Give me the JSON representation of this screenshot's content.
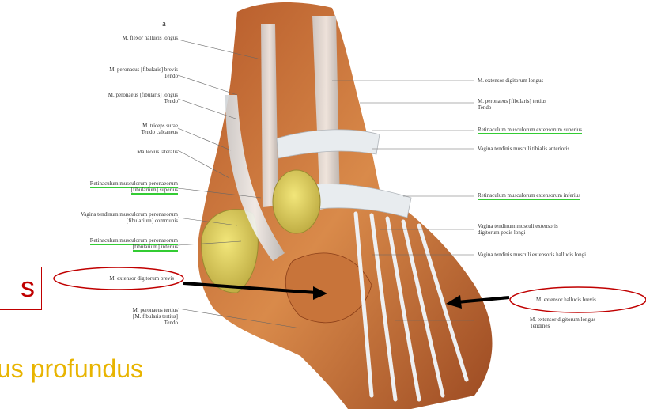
{
  "figure": {
    "panel_letter": "a",
    "left_labels": [
      {
        "id": "flexor-hallucis-longus",
        "text": "M. flexor hallucis longus",
        "underlined": false
      },
      {
        "id": "peroneus-brevis",
        "text": "M. peronaeus [fibularis] brevis\nTendo",
        "underlined": false
      },
      {
        "id": "peroneus-longus",
        "text": "M. peronaeus [fibularis] longus\nTendo",
        "underlined": false
      },
      {
        "id": "triceps-surae",
        "text": "M. triceps surae\nTendo calcaneus",
        "underlined": false
      },
      {
        "id": "malleolus-lateralis",
        "text": "Malleolus lateralis",
        "underlined": false
      },
      {
        "id": "retinaculum-peroneorum-superius",
        "text": "Retinaculum musculorum peronaeorum\n[fibularium] superius",
        "underlined": true
      },
      {
        "id": "vagina-peroneorum-communis",
        "text": "Vagina tendinum musculorum peronaeorum\n[fibularium] communis",
        "underlined": false
      },
      {
        "id": "retinaculum-peroneorum-inferius",
        "text": "Retinaculum musculorum peronaeorum\n[fibularium] inferius",
        "underlined": true
      },
      {
        "id": "extensor-digitorum-brevis",
        "text": "M. extensor digitorum brevis",
        "underlined": false
      },
      {
        "id": "peroneus-tertius",
        "text": "M. peronaeus tertius\n[M. fibularis tertius]\nTendo",
        "underlined": false
      }
    ],
    "right_labels": [
      {
        "id": "extensor-digitorum-longus",
        "text": "M. extensor digitorum longus",
        "underlined": false
      },
      {
        "id": "peroneus-tertius-right",
        "text": "M. peronaeus [fibularis] tertius\nTendo",
        "underlined": false
      },
      {
        "id": "retinaculum-extensorum-superius",
        "text": "Retinaculum musculorum extensorum superius",
        "underlined": true
      },
      {
        "id": "vagina-tibialis-anterior",
        "text": "Vagina tendinis musculi tibialis anterioris",
        "underlined": false
      },
      {
        "id": "retinaculum-extensorum-inferius",
        "text": "Retinaculum musculorum extensorum inferius",
        "underlined": true
      },
      {
        "id": "vagina-extensor-digitorum-longi",
        "text": "Vagina tendinum musculi extensoris\ndigitorum pedis longi",
        "underlined": false
      },
      {
        "id": "vagina-extensor-hallucis-longi",
        "text": "Vagina tendinis musculi extensoris hallucis longi",
        "underlined": false
      },
      {
        "id": "extensor-hallucis-brevis",
        "text": "M. extensor hallucis brevis",
        "underlined": false
      },
      {
        "id": "extensor-digitorum-longus-tendines",
        "text": "M. extensor digitorum longus\nTendines",
        "underlined": false
      }
    ]
  },
  "overlays": {
    "partial_box_text": "s",
    "bottom_caption": "us profundus"
  },
  "colors": {
    "annotation_red": "#c00000",
    "underline_green": "#33cc33",
    "caption_yellow": "#e8b400",
    "arrow": "#000000"
  }
}
